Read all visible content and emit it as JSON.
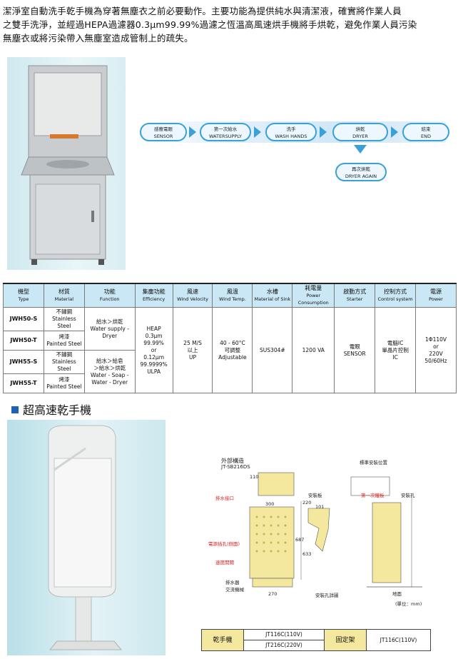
{
  "intro": {
    "line1": "潔淨室自動洗手乾手機為穿著無塵衣之前必要動作。主要功能為提供純水與清潔液，確實將作業人員",
    "line2": "之雙手洗淨，並經過HEPA過濾器0.3μm99.99%過濾之恆溫高風速烘手機將手烘乾，避免作業人員污染",
    "line3": "無塵衣或將污染帶入無塵室造成管制上的疏失。"
  },
  "flow": {
    "steps": [
      {
        "zh": "感應電眼",
        "en": "SENSOR"
      },
      {
        "zh": "第一次給水",
        "en": "WATERSUPPLY"
      },
      {
        "zh": "洗手",
        "en": "WASH HANDS"
      },
      {
        "zh": "烘乾",
        "en": "DRYER"
      },
      {
        "zh": "結束",
        "en": "END"
      }
    ],
    "again": {
      "zh": "再次烘乾",
      "en": "DRYER AGAIN"
    }
  },
  "spec_table": {
    "headers": [
      {
        "zh": "機型",
        "en": "Type"
      },
      {
        "zh": "材質",
        "en": "Material"
      },
      {
        "zh": "功能",
        "en": "Function"
      },
      {
        "zh": "集塵功能",
        "en": "Efficiency"
      },
      {
        "zh": "風速",
        "en": "Wind Velocity"
      },
      {
        "zh": "風溫",
        "en": "Wind Temp."
      },
      {
        "zh": "水槽",
        "en": "Material of Sink"
      },
      {
        "zh": "耗電量",
        "en": "Power Consumption"
      },
      {
        "zh": "啟動方式",
        "en": "Starter"
      },
      {
        "zh": "控制方式",
        "en": "Control system"
      },
      {
        "zh": "電源",
        "en": "Power"
      }
    ],
    "rows": [
      {
        "type": "JWH50-S",
        "mat_zh": "不鏽鋼",
        "mat_en": "Stainless Steel"
      },
      {
        "type": "JWH50-T",
        "mat_zh": "烤漆",
        "mat_en": "Painted Steel"
      },
      {
        "type": "JWH55-S",
        "mat_zh": "不鏽鋼",
        "mat_en": "Stainless Steel"
      },
      {
        "type": "JWH55-T",
        "mat_zh": "烤漆",
        "mat_en": "Painted Steel"
      }
    ],
    "function_a": {
      "l1": "給水＞烘乾",
      "l2": "Water supply -",
      "l3": "Dryer"
    },
    "function_b": {
      "l1": "給水＞給皂",
      "l2": "＞給水＞烘乾",
      "l3": "Water - Soap -",
      "l4": "Water - Dryer"
    },
    "efficiency": {
      "l1": "HEAP",
      "l2": "0.3μm",
      "l3": "99.99%",
      "l4": "or",
      "l5": "0.12μm",
      "l6": "99.9999%",
      "l7": "ULPA"
    },
    "velocity": {
      "l1": "25 M/S",
      "l2": "以上",
      "l3": "UP"
    },
    "temp": {
      "l1": "40 - 60°C",
      "l2": "可調整",
      "l3": "Adjustable"
    },
    "sink": "SUS304#",
    "power_consumption": "1200 VA",
    "starter": {
      "l1": "電眼",
      "l2": "SENSOR"
    },
    "control": {
      "l1": "電腦IC",
      "l2": "單晶片控制",
      "l3": "IC"
    },
    "power": {
      "l1": "1Φ110V",
      "l2": "or",
      "l3": "220V",
      "l4": "50/60Hz"
    }
  },
  "section_title": "超高速乾手機",
  "drawing": {
    "title1": "外部構造",
    "title2": "JT-SB216DS",
    "title_right": "標準安裝位置",
    "labels": [
      "排水接口",
      "電源插孔(側面)",
      "速度開關",
      "排水器",
      "交流機械",
      "安裝板",
      "安裝孔",
      "第一次鐵板",
      "地面",
      "安裝孔詳圖"
    ],
    "dims": [
      "300",
      "220",
      "101",
      "687",
      "633",
      "270",
      "110"
    ],
    "unit": "(單位：mm)"
  },
  "bottom_table": {
    "c1": "乾手機",
    "c2a": "JT116C(110V)",
    "c2b": "JT216C(220V)",
    "c3": "固定架",
    "c4": "JT116C(110V)"
  },
  "colors": {
    "accent": "#3aa0d8",
    "header_bg": "#c9e7f5",
    "bottom_hdr": "#f4e79e",
    "square": "#1c63b8"
  }
}
